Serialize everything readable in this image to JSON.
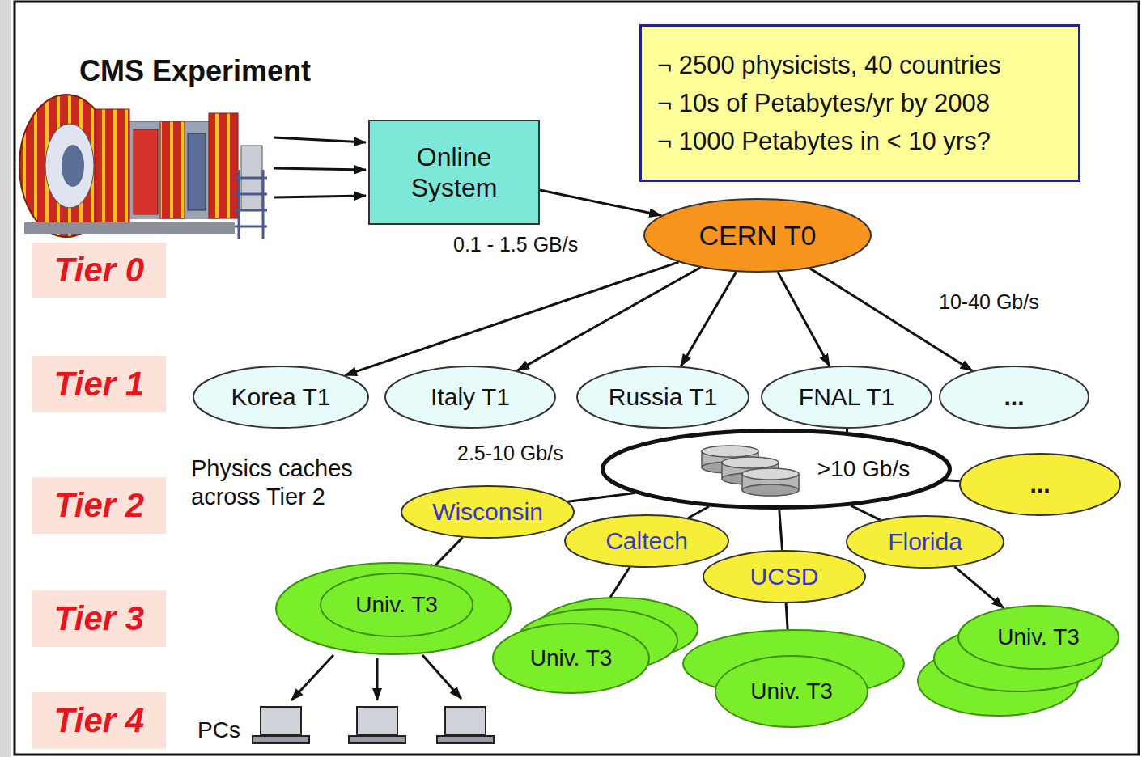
{
  "diagram": {
    "nodes": [
      {
        "text": [
          "Online System"
        ]
      },
      {
        "text": [
          "CERN T0"
        ]
      },
      {
        "text": [
          "Korea T1"
        ]
      },
      {
        "text": [
          "Italy T1"
        ]
      },
      {
        "text": [
          "Russia T1"
        ]
      },
      {
        "text": [
          "FNAL T1"
        ]
      },
      {
        "text": [
          "..."
        ]
      },
      {
        "text": [
          ">10 Gb/s"
        ]
      },
      {
        "text": [
          "..."
        ]
      },
      {
        "text": [
          "Wisconsin"
        ]
      },
      {
        "text": [
          "Caltech"
        ]
      },
      {
        "text": [
          "UCSD"
        ]
      },
      {
        "text": [
          "Florida"
        ]
      },
      {
        "text": [
          "Univ. T3"
        ]
      },
      {
        "text": [
          "Univ. T3"
        ]
      },
      {
        "text": [
          "Univ. T3"
        ]
      },
      {
        "text": [
          "Univ. T3"
        ]
      },
      {
        "text": [
          "¬ 2500 physicists, 40 countries",
          "¬ 10s of Petabytes/yr by 2008",
          "¬ 1000 Petabytes in < 10 yrs?"
        ]
      },
      {
        "text": [
          "Tier 0"
        ]
      },
      {
        "text": [
          "Tier 1"
        ]
      },
      {
        "text": [
          "Tier 2"
        ]
      },
      {
        "text": [
          "Tier 3"
        ]
      },
      {
        "text": [
          "Tier 4"
        ]
      }
    ],
    "edges": [
      {
        "from": 0,
        "to": 1,
        "arrow": "to"
      },
      {
        "from": 1,
        "to": 2,
        "arrow": "to"
      },
      {
        "from": 1,
        "to": 3,
        "arrow": "to"
      },
      {
        "from": 1,
        "to": 4,
        "arrow": "to"
      },
      {
        "from": 1,
        "to": 5,
        "arrow": "to"
      },
      {
        "from": 1,
        "to": 6,
        "arrow": "to"
      },
      {
        "from": 5,
        "to": 7,
        "arrow": "none"
      },
      {
        "from": 7,
        "to": 9,
        "arrow": "none"
      },
      {
        "from": 7,
        "to": 10,
        "arrow": "none"
      },
      {
        "from": 7,
        "to": 11,
        "arrow": "none"
      },
      {
        "from": 7,
        "to": 12,
        "arrow": "none"
      },
      {
        "from": 7,
        "to": 8,
        "arrow": "none"
      },
      {
        "from": 9,
        "to": 13,
        "arrow": "to"
      },
      {
        "from": 10,
        "to": 14,
        "arrow": "to"
      },
      {
        "from": 11,
        "to": 15,
        "arrow": "to"
      },
      {
        "from": 12,
        "to": 16,
        "arrow": "to"
      }
    ],
    "labels": [
      "CMS Experiment",
      "0.1 - 1.5 GB/s",
      "10-40 Gb/s",
      "2.5-10 Gb/s",
      "Physics caches across Tier 2",
      "PCs"
    ]
  }
}
